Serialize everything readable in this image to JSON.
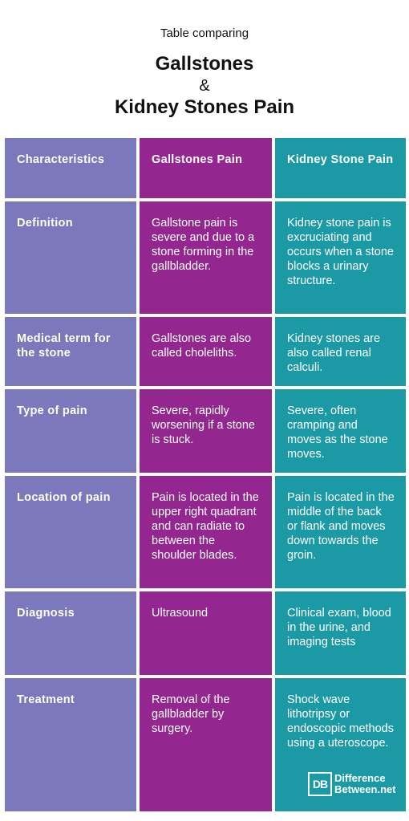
{
  "header": {
    "subtitle": "Table comparing",
    "title_line1": "Gallstones",
    "title_line2": "&",
    "title_line3": "Kidney Stones Pain"
  },
  "table": {
    "columns": [
      "Characteristics",
      "Gallstones Pain",
      "Kidney Stone Pain"
    ],
    "rows": [
      {
        "characteristic": "Definition",
        "gallstones": "Gallstone pain is severe and due to a stone forming in the gallbladder.",
        "kidney": "Kidney stone pain is excruciating and occurs when a stone blocks a urinary structure."
      },
      {
        "characteristic": "Medical term for the stone",
        "gallstones": "Gallstones are also called choleliths.",
        "kidney": "Kidney stones are also called renal calculi."
      },
      {
        "characteristic": "Type of pain",
        "gallstones": "Severe, rapidly worsening if a stone is stuck.",
        "kidney": "Severe, often cramping and moves as the stone moves."
      },
      {
        "characteristic": "Location of pain",
        "gallstones": "Pain is located in the upper right quadrant and can radiate to between the shoulder blades.",
        "kidney": "Pain is located in the middle of the back or flank and moves down towards the groin."
      },
      {
        "characteristic": "Diagnosis",
        "gallstones": "Ultrasound",
        "kidney": "Clinical exam, blood in the urine, and imaging tests"
      },
      {
        "characteristic": "Treatment",
        "gallstones": "Removal of the gallbladder by surgery.",
        "kidney": "Shock wave lithotripsy or endoscopic methods using a uteroscope."
      }
    ]
  },
  "colors": {
    "characteristics_column": "#7B78BC",
    "gallstones_column": "#93278F",
    "kidney_column": "#1B9AA5"
  },
  "logo": {
    "mark": "DB",
    "line1": "Difference",
    "line2": "Between.net"
  }
}
